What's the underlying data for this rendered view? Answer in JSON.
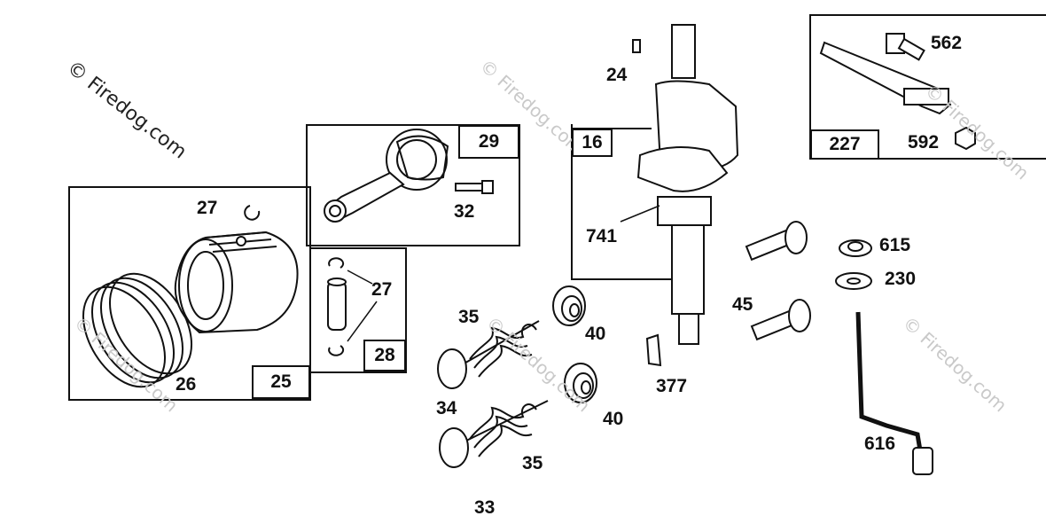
{
  "watermark": {
    "main": "© Firedog.com",
    "faint": "© Firedog.com"
  },
  "boxes": {
    "b25": "25",
    "b28": "28",
    "b29": "29",
    "b16": "16",
    "b227": "227"
  },
  "labels": {
    "l24": "24",
    "l562": "562",
    "l592": "592",
    "l27a": "27",
    "l27b": "27",
    "l32": "32",
    "l741": "741",
    "l615": "615",
    "l230": "230",
    "l26": "26",
    "l45": "45",
    "l35a": "35",
    "l35b": "35",
    "l40a": "40",
    "l40b": "40",
    "l34": "34",
    "l377": "377",
    "l616": "616",
    "l33": "33"
  },
  "colors": {
    "ink": "#111111",
    "watermark_faint": "#c9c9c9"
  }
}
